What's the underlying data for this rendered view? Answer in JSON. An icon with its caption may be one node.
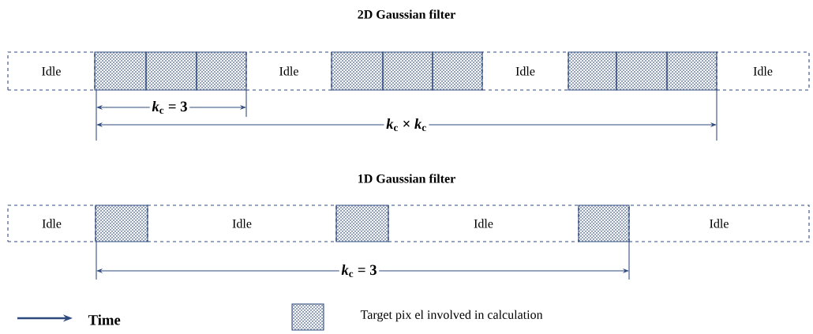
{
  "diagram": {
    "nodes": [
      {
        "text": [
          "Idle"
        ]
      },
      {
        "text": [],
        "shape": "box"
      },
      {
        "text": [],
        "shape": "box"
      },
      {
        "text": [],
        "shape": "box"
      },
      {
        "text": [
          "Idle"
        ]
      },
      {
        "text": [],
        "shape": "box"
      },
      {
        "text": [],
        "shape": "box"
      },
      {
        "text": [],
        "shape": "box"
      },
      {
        "text": [
          "Idle"
        ]
      },
      {
        "text": [],
        "shape": "box"
      },
      {
        "text": [],
        "shape": "box"
      },
      {
        "text": [],
        "shape": "box"
      },
      {
        "text": [
          "Idle"
        ]
      },
      {
        "text": [
          "Idle"
        ]
      },
      {
        "text": [],
        "shape": "box"
      },
      {
        "text": [
          "Idle"
        ]
      },
      {
        "text": [],
        "shape": "box"
      },
      {
        "text": [
          "Idle"
        ]
      },
      {
        "text": [],
        "shape": "box"
      },
      {
        "text": [
          "Idle"
        ]
      }
    ],
    "labels": [
      "2D Gaussian filter",
      "*k*$_{c}$ = 3",
      "*k*$_{c}$ × *k*$_{c}$",
      "1D Gaussian filter",
      "*k*$_{c}$ = 3"
    ],
    "legend": [
      {
        "text": "Time"
      },
      {
        "text": "Target pix el involved in calculation"
      }
    ]
  }
}
